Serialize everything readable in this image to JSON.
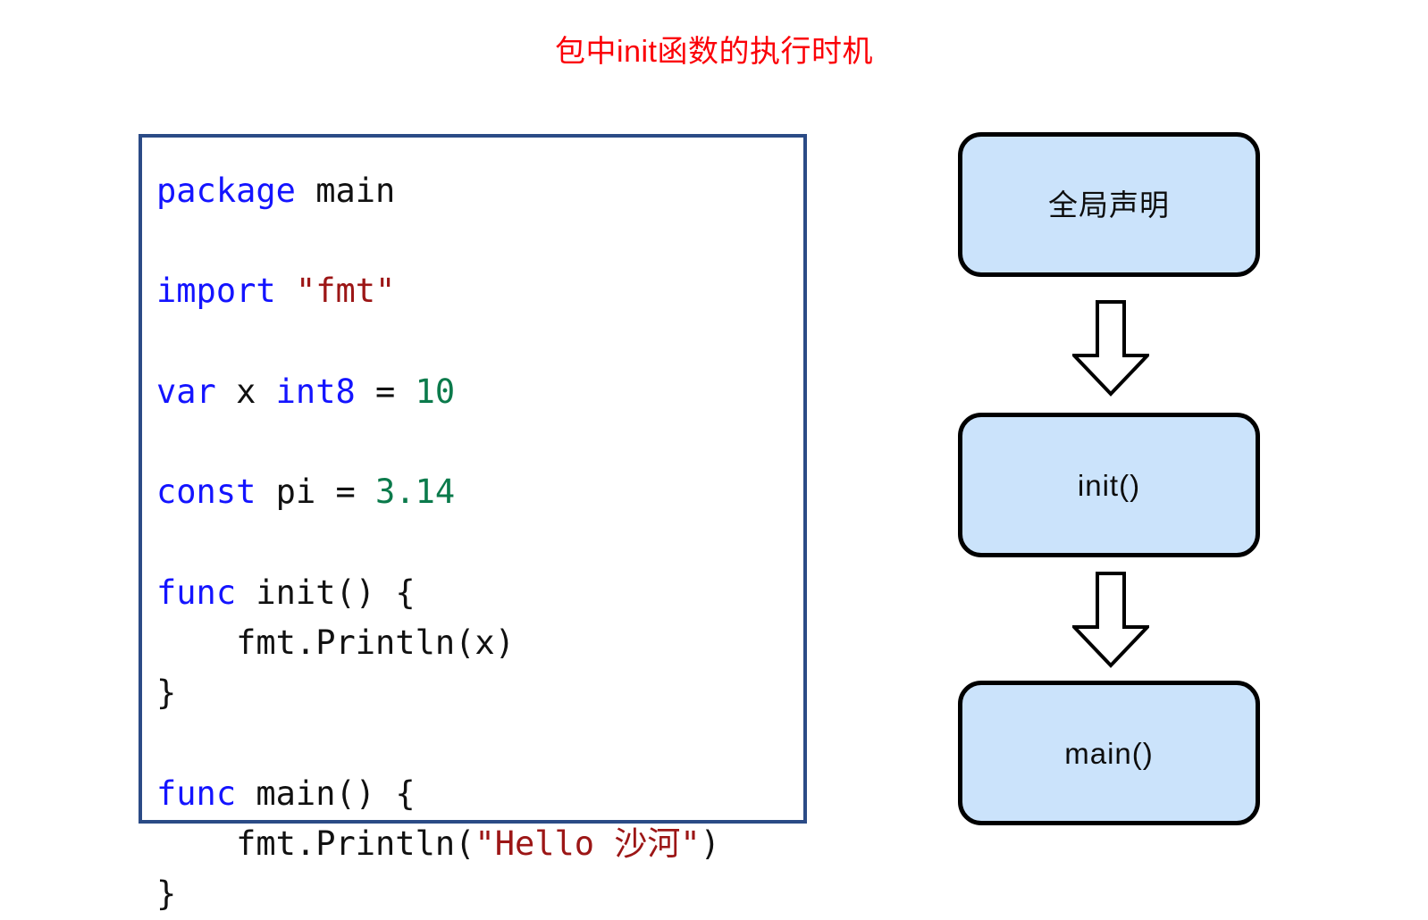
{
  "title": "包中init函数的执行时机",
  "title_color": "#fb0007",
  "code_panel": {
    "border_color": "#2b4b86",
    "language": "go",
    "lines": [
      {
        "tokens": [
          {
            "t": "package",
            "c": "kw"
          },
          {
            "t": " main",
            "c": "plain"
          }
        ]
      },
      {
        "tokens": []
      },
      {
        "tokens": [
          {
            "t": "import",
            "c": "kw"
          },
          {
            "t": " ",
            "c": "plain"
          },
          {
            "t": "\"fmt\"",
            "c": "str"
          }
        ]
      },
      {
        "tokens": []
      },
      {
        "tokens": [
          {
            "t": "var",
            "c": "kw"
          },
          {
            "t": " x ",
            "c": "plain"
          },
          {
            "t": "int8",
            "c": "kw"
          },
          {
            "t": " = ",
            "c": "plain"
          },
          {
            "t": "10",
            "c": "num"
          }
        ]
      },
      {
        "tokens": []
      },
      {
        "tokens": [
          {
            "t": "const",
            "c": "kw"
          },
          {
            "t": " pi = ",
            "c": "plain"
          },
          {
            "t": "3.14",
            "c": "num"
          }
        ]
      },
      {
        "tokens": []
      },
      {
        "tokens": [
          {
            "t": "func",
            "c": "kw"
          },
          {
            "t": " init() {",
            "c": "plain"
          }
        ]
      },
      {
        "tokens": [
          {
            "t": "    fmt.Println(x)",
            "c": "plain"
          }
        ]
      },
      {
        "tokens": [
          {
            "t": "}",
            "c": "plain"
          }
        ]
      },
      {
        "tokens": []
      },
      {
        "tokens": [
          {
            "t": "func",
            "c": "kw"
          },
          {
            "t": " main() {",
            "c": "plain"
          }
        ]
      },
      {
        "tokens": [
          {
            "t": "    fmt.Println(",
            "c": "plain"
          },
          {
            "t": "\"Hello 沙河\"",
            "c": "str"
          },
          {
            "t": ")",
            "c": "plain"
          }
        ]
      },
      {
        "tokens": [
          {
            "t": "}",
            "c": "plain"
          }
        ]
      }
    ],
    "plain_text": "package main\n\nimport \"fmt\"\n\nvar x int8 = 10\n\nconst pi = 3.14\n\nfunc init() {\n    fmt.Println(x)\n}\n\nfunc main() {\n    fmt.Println(\"Hello 沙河\")\n}"
  },
  "flowchart": {
    "box_fill": "#cbe3fb",
    "box_stroke": "#000000",
    "boxes": [
      {
        "label": "全局声明"
      },
      {
        "label": "init()"
      },
      {
        "label": "main()"
      }
    ],
    "arrows": [
      {
        "direction": "down"
      },
      {
        "direction": "down"
      }
    ]
  }
}
